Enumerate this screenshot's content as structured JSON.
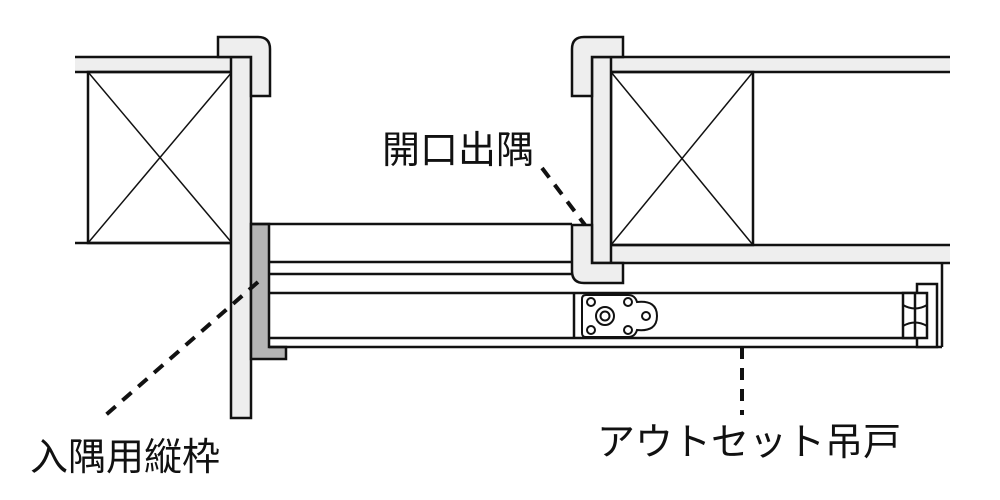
{
  "labels": {
    "opening_outside_corner": "開口出隅",
    "inside_corner_jamb": "入隅用縦枠",
    "outset_hanging_door": "アウトセット吊戸"
  },
  "colors": {
    "line": "#111111",
    "light_fill": "#eeeeee",
    "jamb_fill": "#b4b4b4",
    "background": "#ffffff"
  }
}
